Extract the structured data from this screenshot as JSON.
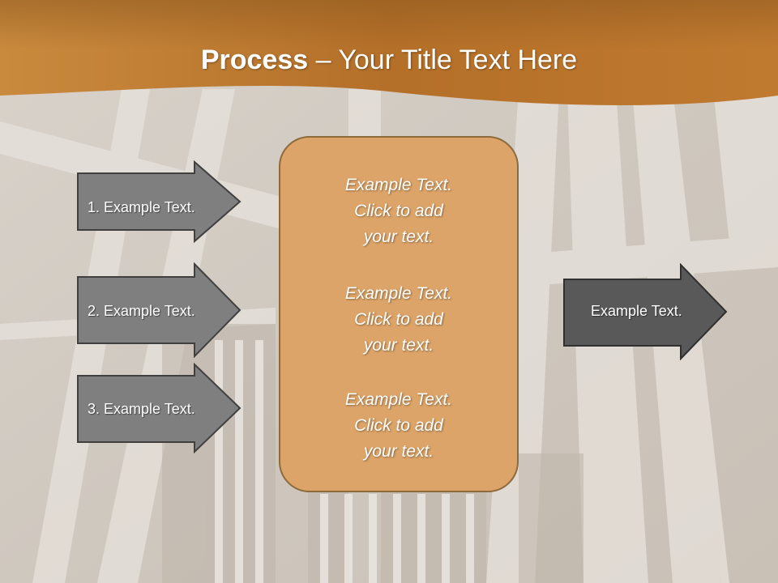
{
  "slide": {
    "title_bold": "Process",
    "title_rest": " – Your Title Text Here",
    "colors": {
      "header_band": "#b8742a",
      "center_box": "#dca468",
      "center_border": "#8c6a3c",
      "input_arrow": "#7f7f7f",
      "output_arrow": "#595959"
    }
  },
  "inputs": [
    {
      "label": "1. Example Text."
    },
    {
      "label": "2. Example Text."
    },
    {
      "label": "3. Example Text."
    }
  ],
  "center": {
    "blocks": [
      {
        "line1": "Example Text.",
        "line2": "Click  to add",
        "line3": "your text."
      },
      {
        "line1": "Example Text.",
        "line2": "Click  to add",
        "line3": "your text."
      },
      {
        "line1": "Example Text.",
        "line2": "Click  to add",
        "line3": "your text."
      }
    ]
  },
  "output": {
    "label": "Example Text."
  }
}
